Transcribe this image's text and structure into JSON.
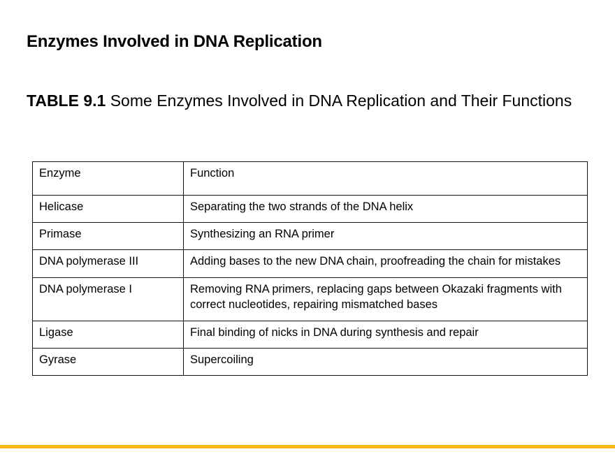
{
  "slide": {
    "title": "Enzymes Involved in DNA Replication",
    "background_color": "#ffffff",
    "accent_bar_color": "#fbb714"
  },
  "caption": {
    "label": "TABLE 9.1",
    "text": " Some Enzymes Involved in DNA Replication and Their Functions"
  },
  "table": {
    "headers": [
      "Enzyme",
      "Function"
    ],
    "rows": [
      {
        "enzyme": "Helicase",
        "function": "Separating the two strands of the DNA helix"
      },
      {
        "enzyme": "Primase",
        "function": "Synthesizing an RNA primer"
      },
      {
        "enzyme": "DNA polymerase III",
        "function": "Adding bases to the new DNA chain, proofreading the chain for mistakes"
      },
      {
        "enzyme": "DNA polymerase I",
        "function": "Removing RNA primers, replacing gaps between Okazaki fragments with correct nucleotides, repairing mismatched bases"
      },
      {
        "enzyme": "Ligase",
        "function": "Final binding of nicks in DNA during synthesis and repair"
      },
      {
        "enzyme": "Gyrase",
        "function": "Supercoiling"
      }
    ]
  }
}
